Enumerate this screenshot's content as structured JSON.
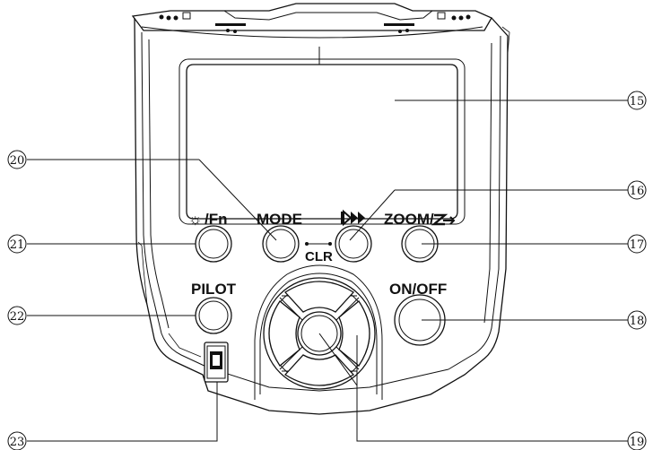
{
  "buttons": {
    "light_fn": {
      "icon": "sun-icon",
      "text": "/Fn"
    },
    "mode": "MODE",
    "clr": "CLR",
    "forward": {
      "icon": "double-arrow-forward-icon"
    },
    "zoom": {
      "text": "ZOOM/",
      "icon": "zoom-z-icon"
    },
    "pilot": "PILOT",
    "onoff": "ON/OFF"
  },
  "callouts": [
    "15",
    "16",
    "17",
    "18",
    "19",
    "20",
    "21",
    "22",
    "23"
  ]
}
